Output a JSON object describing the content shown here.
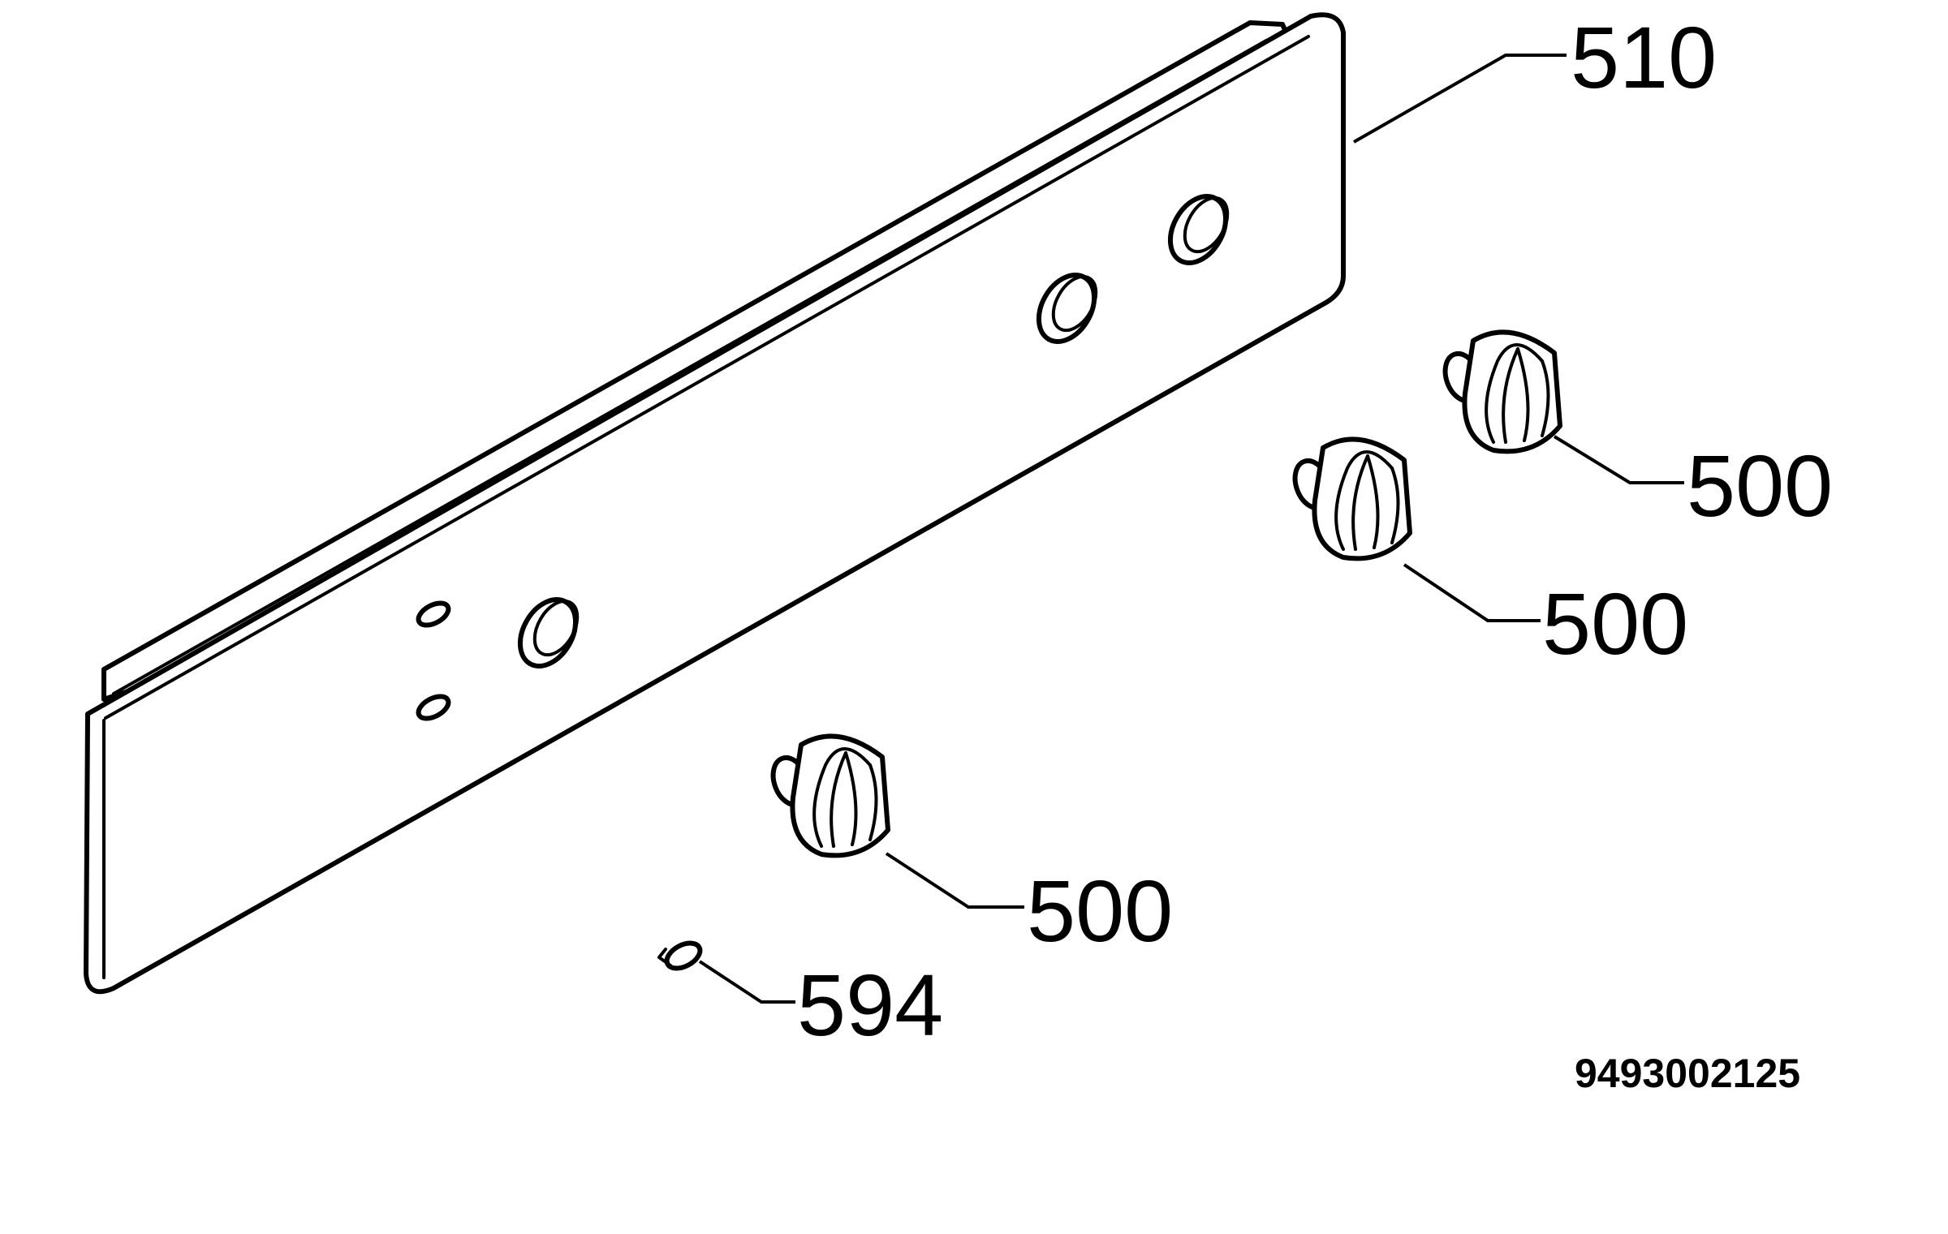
{
  "callouts": {
    "panel": "510",
    "knob_top": "500",
    "knob_middle": "500",
    "knob_bottom": "500",
    "small_part": "594"
  },
  "drawing_number": "9493002125",
  "parts": [
    {
      "ref": "510",
      "depicts": "control-panel"
    },
    {
      "ref": "500",
      "depicts": "control-knob",
      "count": 3
    },
    {
      "ref": "594",
      "depicts": "small-cap"
    }
  ],
  "colors": {
    "line": "#000000",
    "background": "#ffffff"
  }
}
